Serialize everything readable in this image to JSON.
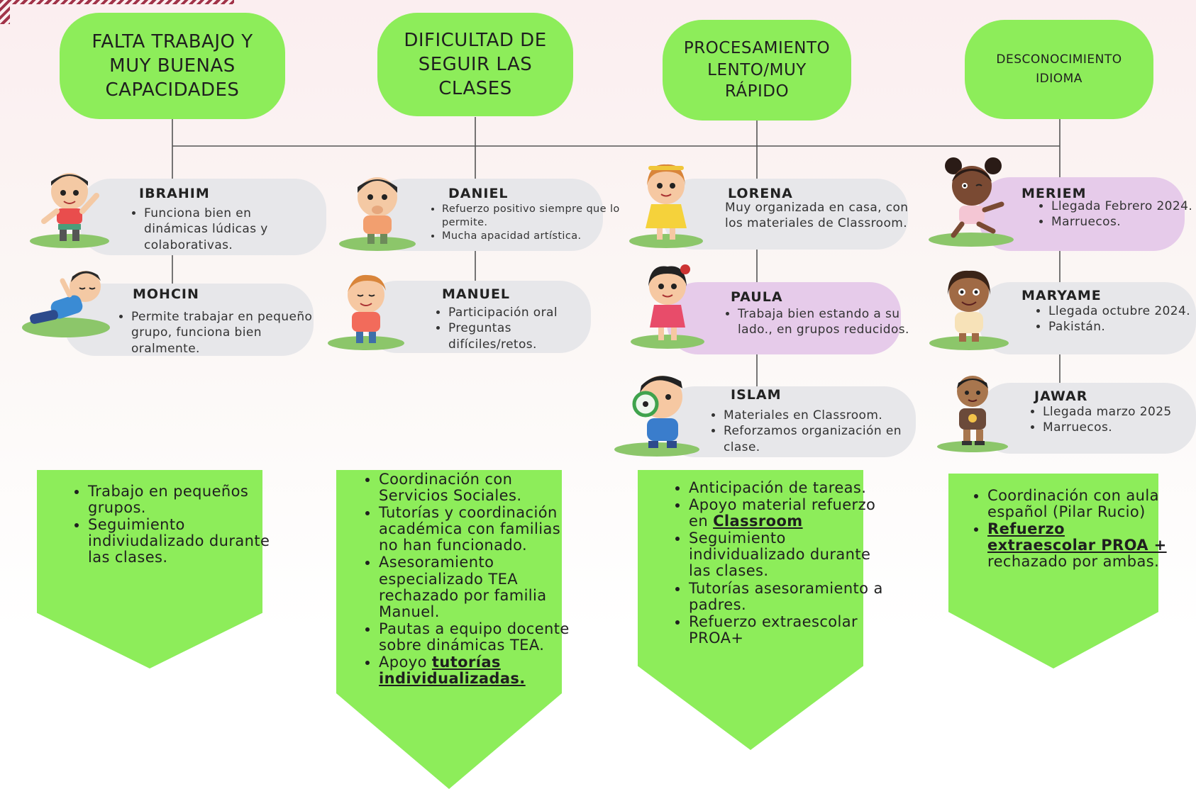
{
  "categories": [
    {
      "id": "c1",
      "lines": [
        "FALTA TRABAJO Y",
        "MUY BUENAS",
        "CAPACIDADES"
      ]
    },
    {
      "id": "c2",
      "lines": [
        "DIFICULTAD DE",
        "SEGUIR LAS",
        "CLASES"
      ]
    },
    {
      "id": "c3",
      "lines": [
        "PROCESAMIENTO",
        "LENTO/MUY",
        "RÁPIDO"
      ]
    },
    {
      "id": "c4",
      "lines": [
        "DESCONOCIMIENTO",
        "IDIOMA"
      ]
    }
  ],
  "students": [
    {
      "name": "IBRAHIM",
      "bullets": [
        "Funciona bien en dinámicas lúdicas y colaborativas."
      ]
    },
    {
      "name": "MOHCIN",
      "bullets": [
        "Permite trabajar en pequeño grupo, funciona bien oralmente."
      ]
    },
    {
      "name": "DANIEL",
      "bullets": [
        "Refuerzo positivo siempre que lo permite.",
        "Mucha apacidad artística."
      ]
    },
    {
      "name": "MANUEL",
      "bullets": [
        "Participación oral",
        "Preguntas difíciles/retos."
      ]
    },
    {
      "name": "LORENA",
      "bullets": [
        "Muy organizada en  casa, con los materiales  de Classroom."
      ]
    },
    {
      "name": "PAULA",
      "bullets": [
        "Trabaja bien estando a su lado., en grupos reducidos."
      ]
    },
    {
      "name": "ISLAM",
      "bullets": [
        "Materiales en Classroom.",
        "Reforzamos organización en clase."
      ]
    },
    {
      "name": "MERIEM",
      "bullets": [
        "Llegada Febrero 2024.",
        "Marruecos."
      ]
    },
    {
      "name": "MARYAME",
      "bullets": [
        "Llegada octubre 2024.",
        "Pakistán."
      ]
    },
    {
      "name": "JAWAR",
      "bullets": [
        "Llegada marzo 2025",
        "Marruecos."
      ]
    }
  ],
  "measures": [
    {
      "items": [
        {
          "text": "Trabajo en pequeños grupos."
        },
        {
          "text": "Seguimiento indiviudalizado durante las clases."
        }
      ]
    },
    {
      "items": [
        {
          "text": "Coordinación con Servicios Sociales."
        },
        {
          "text": "Tutorías y coordinación académica con familias no han funcionado."
        },
        {
          "text": "Asesoramiento especializado TEA rechazado por familia Manuel."
        },
        {
          "text": "Pautas a equipo docente sobre dinámicas TEA."
        },
        {
          "pre": "Apoyo ",
          "bold": "tutorías individualizadas."
        }
      ]
    },
    {
      "items": [
        {
          "text": "Anticipación de tareas."
        },
        {
          "pre": "Apoyo material refuerzo en ",
          "bold": "Classroom"
        },
        {
          "text": "Seguimiento individualizado durante las clases."
        },
        {
          "text": "Tutorías asesoramiento a padres."
        },
        {
          "text": "Refuerzo extraescolar PROA+"
        }
      ]
    },
    {
      "items": [
        {
          "text": "Coordinación con aula español (Pilar Rucio)"
        },
        {
          "bold": "Refuerzo extraescolar PROA +",
          "post": " rechazado por ambas."
        }
      ]
    }
  ],
  "colors": {
    "green": "#8ded5a",
    "gray_pill": "#e7e7ea",
    "pink_pill": "#e6cbea",
    "line": "#555555",
    "accent": "#a13349"
  },
  "icons": [
    "child-waving-icon",
    "child-lying-icon",
    "child-thinking-icon",
    "child-smiling-icon",
    "girl-yellow-dress-icon",
    "girl-red-dress-icon",
    "boy-magnifier-icon",
    "girl-dancing-icon",
    "girl-happy-icon",
    "boy-standing-icon"
  ]
}
